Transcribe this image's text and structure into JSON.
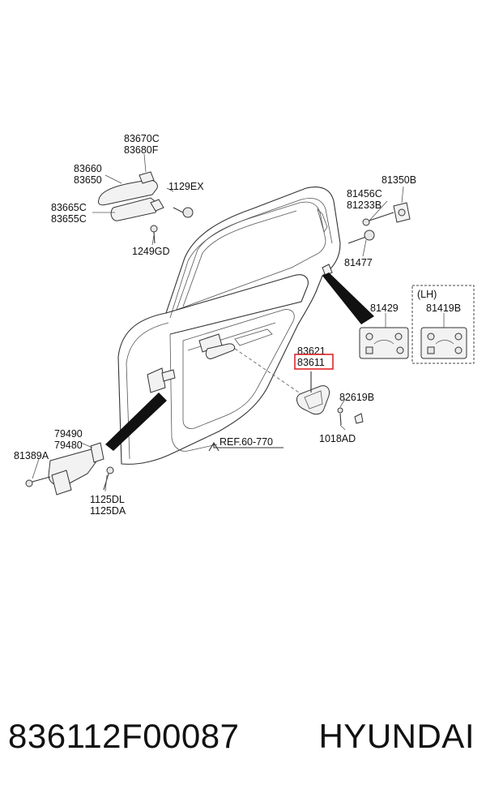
{
  "diagram": {
    "labels": {
      "p83670C": "83670C",
      "p83680F": "83680F",
      "p83660": "83660",
      "p83650": "83650",
      "p1129EX": "1129EX",
      "p83665C": "83665C",
      "p83655C": "83655C",
      "p1249GD": "1249GD",
      "p81350B": "81350B",
      "p81456C": "81456C",
      "p81233B": "81233B",
      "p81477": "81477",
      "p81429": "81429",
      "lh": "(LH)",
      "p81419B": "81419B",
      "p83621": "83621",
      "p83611": "83611",
      "p82619B": "82619B",
      "p1018AD": "1018AD",
      "ref": "REF.60-770",
      "p79490": "79490",
      "p79480": "79480",
      "p81389A": "81389A",
      "p1125DL": "1125DL",
      "p1125DA": "1125DA"
    },
    "highlight_color": "#e0262a"
  },
  "footer": {
    "part_number": "836112F00087",
    "brand": "HYUNDAI"
  }
}
